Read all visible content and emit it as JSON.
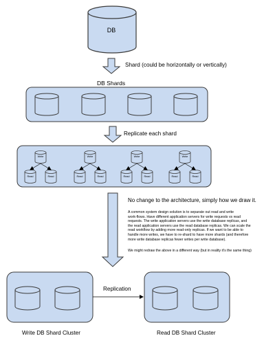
{
  "colors": {
    "fill": "#c9daf1",
    "stroke": "#3a3a3a",
    "text": "#000000"
  },
  "db_top": {
    "label": "DB"
  },
  "step1": {
    "label": "Shard (could be horizontally or vertically)"
  },
  "shards": {
    "title": "DB Shards",
    "count": 4
  },
  "step2": {
    "label": "Replicate each shard"
  },
  "replica_groups": [
    {
      "write": "Write",
      "reads": [
        "Read",
        "Read"
      ]
    },
    {
      "write": "Write",
      "reads": [
        "Read",
        "Read"
      ]
    },
    {
      "write": "Write",
      "reads": [
        "Read",
        "Read"
      ]
    },
    {
      "write": "Write",
      "reads": [
        "Read",
        "Read"
      ]
    }
  ],
  "note": {
    "heading": "No change to the architecture, simply how we draw it.",
    "body_lines": [
      "A common system design solution is to separate out read and write",
      "work-flows. Have different application servers for write requests vs read",
      "requests. The write application servers use the write database replicas, and",
      "the read application servers use the read database replicas. We can scale the",
      "read workflow by adding more read-only replicas. If we want to be able to",
      "handle more writes, we have to re-shard to have more shards (and therefore",
      "more write database replicas fewer writes per write database)."
    ],
    "footer": "We might redraw the above in a different way (but in reality it's the same thing)"
  },
  "clusters": {
    "write_label": "Write DB Shard Cluster",
    "read_label": "Read DB Shard Cluster",
    "replication_label": "Replication"
  }
}
